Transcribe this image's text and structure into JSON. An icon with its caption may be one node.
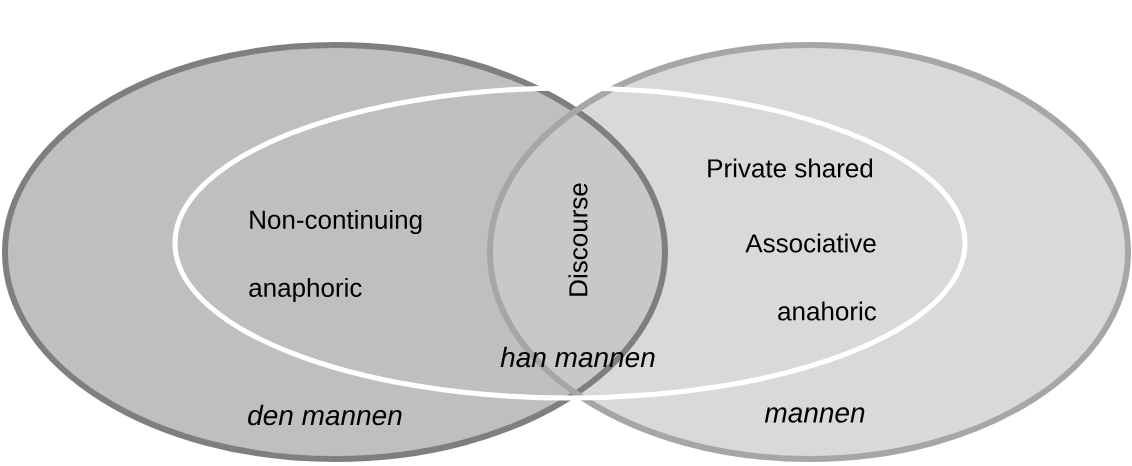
{
  "diagram": {
    "nodes": [
      {
        "text": [
          "den mannen"
        ]
      },
      {
        "text": [
          "mannen"
        ]
      },
      {
        "text": [
          "han mannen"
        ]
      }
    ],
    "labels": [
      "Non-continuing anaphoric",
      "Discourse",
      "Private shared",
      "Associative anahoric"
    ]
  }
}
